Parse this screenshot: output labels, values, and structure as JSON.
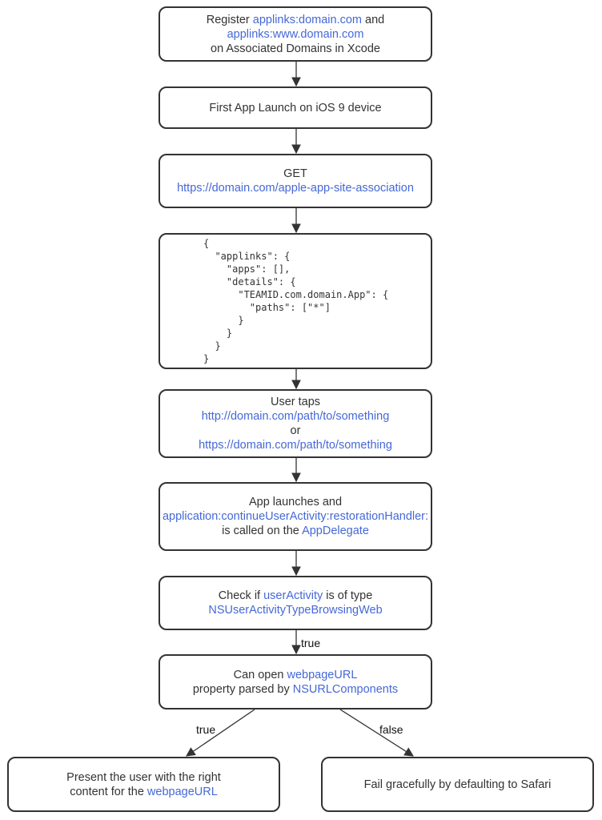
{
  "colors": {
    "stroke": "#333333",
    "highlight": "#4568d6",
    "text": "#333333"
  },
  "nodes": {
    "register": {
      "l1a": "Register ",
      "l1b": "applinks:domain.com",
      "l1c": " and",
      "l2": "applinks:www.domain.com",
      "l3": "on Associated Domains in Xcode"
    },
    "first_launch": {
      "text": "First App Launch on iOS 9 device"
    },
    "get_request": {
      "l1": "GET",
      "l2": "https://domain.com/apple-app-site-association"
    },
    "json": {
      "code": "{\n  \"applinks\": {\n    \"apps\": [],\n    \"details\": {\n      \"TEAMID.com.domain.App\": {\n        \"paths\": [\"*\"]\n      }\n    }\n  }\n}"
    },
    "user_taps": {
      "l1": "User taps",
      "l2": "http://domain.com/path/to/something",
      "l3": "or",
      "l4": "https://domain.com/path/to/something"
    },
    "app_launches": {
      "l1": "App launches and",
      "l2": "application:continueUserActivity:restorationHandler:",
      "l3a": "is called on the ",
      "l3b": "AppDelegate"
    },
    "check_type": {
      "l1a": "Check if ",
      "l1b": "userActivity",
      "l1c": " is of type",
      "l2": "NSUserActivityTypeBrowsingWeb"
    },
    "can_open": {
      "l1a": "Can open ",
      "l1b": "webpageURL",
      "l2a": "property parsed by ",
      "l2b": "NSURLComponents"
    },
    "present": {
      "l1": "Present the user with the right",
      "l2a": "content for the ",
      "l2b": "webpageURL"
    },
    "fail": {
      "text": "Fail gracefully by defaulting to Safari"
    }
  },
  "edge_labels": {
    "true_check": "true",
    "true_left": "true",
    "false_right": "false"
  }
}
